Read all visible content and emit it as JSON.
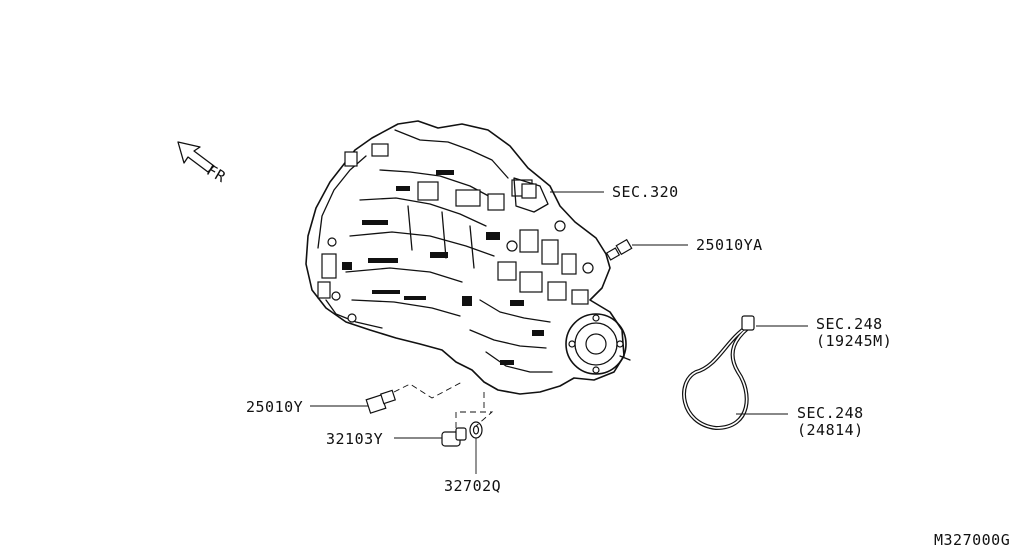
{
  "orientation": {
    "label": "FR",
    "icon": "arrow-up-left-icon"
  },
  "callouts": {
    "sec320": "SEC.320",
    "p25010YA": "25010YA",
    "sec248a": "SEC.248",
    "sec248a_sub": "(19245M)",
    "sec248b": "SEC.248",
    "sec248b_sub": "(24814)",
    "p25010Y": "25010Y",
    "p32103Y": "32103Y",
    "p32702Q": "32702Q"
  },
  "figure_code": "M327000G",
  "colors": {
    "line": "#111111",
    "background": "#ffffff"
  }
}
